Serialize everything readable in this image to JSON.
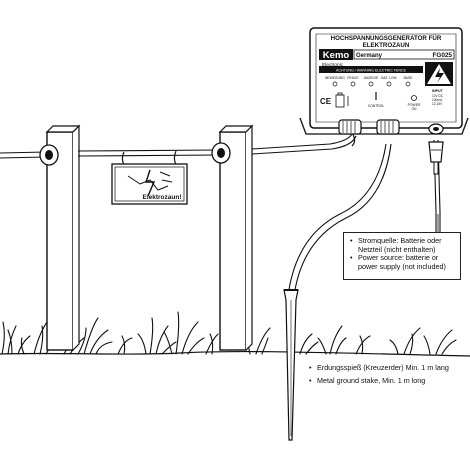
{
  "generator": {
    "title_line1": "HOCHSPANNUNGSGENERATOR FÜR",
    "title_line2": "ELEKTROZAUN",
    "brand": "Kemo",
    "brand_sub": "Electronic",
    "origin": "Germany",
    "model": "FG025",
    "warning_strip": "ACHTUNG / WARNING ELECTRIC FENCE",
    "panel_labels": [
      "BEWEGUNG",
      "FENCE",
      "ANZEIGE",
      "BAT. LOW",
      "BASE"
    ],
    "mark_ce": "CE",
    "control_label": "CONTROL",
    "power_label": "POWER",
    "power_state": "ON",
    "input_label": "INPUT",
    "input_specs": [
      "12V DC",
      "100mA",
      "12-15V"
    ]
  },
  "sign": {
    "text": "Elektrozaun!"
  },
  "callouts": {
    "power": [
      "Stromquelle: Batterie oder",
      "Netzteil (nicht enthalten)",
      "Power source: batterie or",
      "power supply (not included)"
    ],
    "ground": [
      "Erdungsspieß (Kreuzerder) Min. 1 m lang",
      "Metal ground stake, Min. 1 m long"
    ],
    "bullet": "•"
  },
  "colors": {
    "line": "#111111",
    "device": "#ffffff",
    "ground_fill": "#ffffff"
  },
  "icons": [
    "lightning-warning-icon",
    "battery-icon",
    "power-plug-icon"
  ]
}
